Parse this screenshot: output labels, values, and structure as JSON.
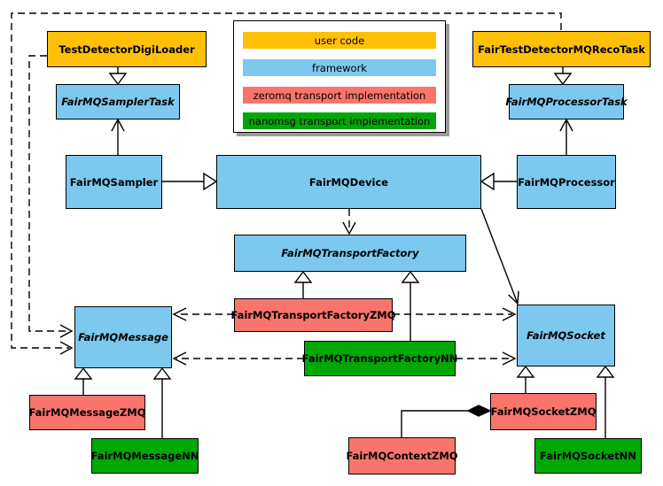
{
  "palette": {
    "user_code": "#FFC107",
    "framework": "#7CC8EF",
    "zeromq": "#F9756B",
    "nanomsg": "#00A806"
  },
  "legend": {
    "items": [
      {
        "label": "user code",
        "color": "#FFC107"
      },
      {
        "label": "framework",
        "color": "#7CC8EF"
      },
      {
        "label": "zeromq transport implementation",
        "color": "#F9756B"
      },
      {
        "label": "nanomsg transport implementation",
        "color": "#00A806"
      }
    ]
  },
  "nodes": [
    {
      "id": "TestDetectorDigiLoader",
      "label": "TestDetectorDigiLoader",
      "layer": "user code",
      "abstract": false
    },
    {
      "id": "FairTestDetectorMQRecoTask",
      "label": "FairTestDetectorMQRecoTask",
      "layer": "user code",
      "abstract": false
    },
    {
      "id": "FairMQSamplerTask",
      "label": "FairMQSamplerTask",
      "layer": "framework",
      "abstract": true
    },
    {
      "id": "FairMQProcessorTask",
      "label": "FairMQProcessorTask",
      "layer": "framework",
      "abstract": true
    },
    {
      "id": "FairMQSampler",
      "label": "FairMQSampler",
      "layer": "framework",
      "abstract": false
    },
    {
      "id": "FairMQDevice",
      "label": "FairMQDevice",
      "layer": "framework",
      "abstract": false
    },
    {
      "id": "FairMQProcessor",
      "label": "FairMQProcessor",
      "layer": "framework",
      "abstract": false
    },
    {
      "id": "FairMQTransportFactory",
      "label": "FairMQTransportFactory",
      "layer": "framework",
      "abstract": true
    },
    {
      "id": "FairMQTransportFactoryZMQ",
      "label": "FairMQTransportFactoryZMQ",
      "layer": "zeromq",
      "abstract": false
    },
    {
      "id": "FairMQTransportFactoryNN",
      "label": "FairMQTransportFactoryNN",
      "layer": "nanomsg",
      "abstract": false
    },
    {
      "id": "FairMQMessage",
      "label": "FairMQMessage",
      "layer": "framework",
      "abstract": true
    },
    {
      "id": "FairMQSocket",
      "label": "FairMQSocket",
      "layer": "framework",
      "abstract": true
    },
    {
      "id": "FairMQMessageZMQ",
      "label": "FairMQMessageZMQ",
      "layer": "zeromq",
      "abstract": false
    },
    {
      "id": "FairMQMessageNN",
      "label": "FairMQMessageNN",
      "layer": "nanomsg",
      "abstract": false
    },
    {
      "id": "FairMQSocketZMQ",
      "label": "FairMQSocketZMQ",
      "layer": "zeromq",
      "abstract": false
    },
    {
      "id": "FairMQSocketNN",
      "label": "FairMQSocketNN",
      "layer": "nanomsg",
      "abstract": false
    },
    {
      "id": "FairMQContextZMQ",
      "label": "FairMQContextZMQ",
      "layer": "zeromq",
      "abstract": false
    }
  ],
  "relations": [
    {
      "from": "TestDetectorDigiLoader",
      "to": "FairMQSamplerTask",
      "type": "inheritance"
    },
    {
      "from": "FairTestDetectorMQRecoTask",
      "to": "FairMQProcessorTask",
      "type": "inheritance"
    },
    {
      "from": "FairMQSampler",
      "to": "FairMQDevice",
      "type": "inheritance"
    },
    {
      "from": "FairMQProcessor",
      "to": "FairMQDevice",
      "type": "inheritance"
    },
    {
      "from": "FairMQSampler",
      "to": "FairMQSamplerTask",
      "type": "association"
    },
    {
      "from": "FairMQProcessor",
      "to": "FairMQProcessorTask",
      "type": "association"
    },
    {
      "from": "FairMQDevice",
      "to": "FairMQTransportFactory",
      "type": "dependency"
    },
    {
      "from": "FairMQDevice",
      "to": "FairMQSocket",
      "type": "association"
    },
    {
      "from": "FairMQTransportFactoryZMQ",
      "to": "FairMQTransportFactory",
      "type": "inheritance"
    },
    {
      "from": "FairMQTransportFactoryNN",
      "to": "FairMQTransportFactory",
      "type": "inheritance"
    },
    {
      "from": "FairMQTransportFactoryZMQ",
      "to": "FairMQMessage",
      "type": "dependency"
    },
    {
      "from": "FairMQTransportFactoryZMQ",
      "to": "FairMQSocket",
      "type": "dependency"
    },
    {
      "from": "FairMQTransportFactoryNN",
      "to": "FairMQMessage",
      "type": "dependency"
    },
    {
      "from": "FairMQTransportFactoryNN",
      "to": "FairMQSocket",
      "type": "dependency"
    },
    {
      "from": "FairTestDetectorMQRecoTask",
      "to": "FairMQMessage",
      "type": "dependency"
    },
    {
      "from": "TestDetectorDigiLoader",
      "to": "FairMQMessage",
      "type": "dependency"
    },
    {
      "from": "FairMQMessageZMQ",
      "to": "FairMQMessage",
      "type": "inheritance"
    },
    {
      "from": "FairMQMessageNN",
      "to": "FairMQMessage",
      "type": "inheritance"
    },
    {
      "from": "FairMQSocketZMQ",
      "to": "FairMQSocket",
      "type": "inheritance"
    },
    {
      "from": "FairMQSocketNN",
      "to": "FairMQSocket",
      "type": "inheritance"
    },
    {
      "from": "FairMQContextZMQ",
      "to": "FairMQSocketZMQ",
      "type": "composition"
    }
  ]
}
